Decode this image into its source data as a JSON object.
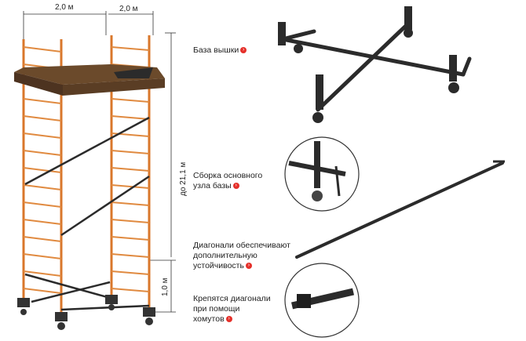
{
  "dimensions": {
    "width_front": "2,0 м",
    "width_side": "2,0 м",
    "height_max": "до 21,1 м",
    "base_step": "1,0 м"
  },
  "labels": {
    "base": "База вышки",
    "base_node": "Сборка основного\nузла базы",
    "diagonals": "Диагонали обеспечивают\nдополнительную\nустойчивость",
    "clamps": "Крепятся диагонали\nпри помощи\nхомутов"
  },
  "colors": {
    "frame": "#d9772b",
    "frame_dark": "#a8541a",
    "steel": "#2b2b2b",
    "deck": "#6b4a2b",
    "accent": "#e5302a"
  },
  "icons": [
    "arrow-right-icon"
  ]
}
